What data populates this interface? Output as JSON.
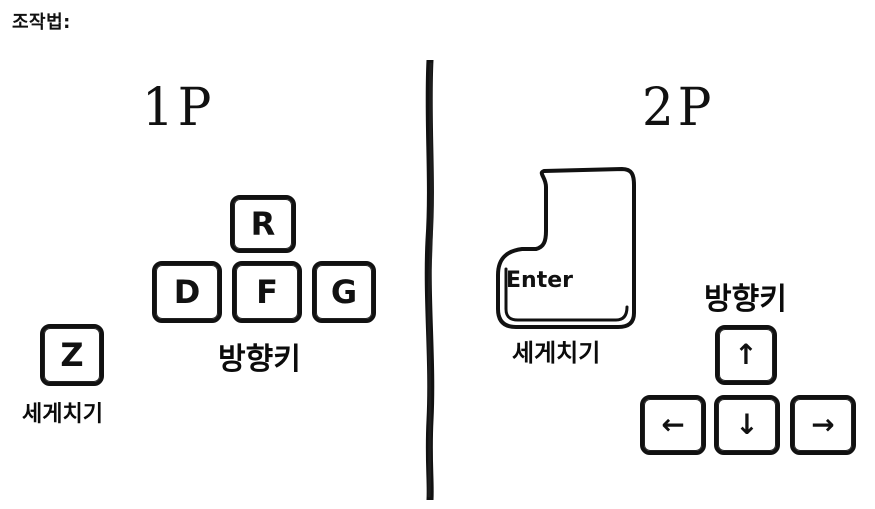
{
  "heading": "조작법:",
  "players": {
    "p1": {
      "label": "1P",
      "attack_key": "Z",
      "attack_label": "세게치기",
      "direction_keys": {
        "up": "R",
        "left": "D",
        "down": "F",
        "right": "G"
      },
      "direction_label": "방향키"
    },
    "p2": {
      "label": "2P",
      "attack_key": "Enter",
      "attack_label": "세게치기",
      "direction_keys": {
        "up": "↑",
        "left": "←",
        "down": "↓",
        "right": "→"
      },
      "direction_label": "방향키"
    }
  }
}
